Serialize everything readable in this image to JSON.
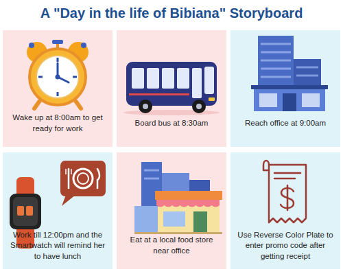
{
  "diagram": {
    "title": "A \"Day in the life of Bibiana\" Storyboard",
    "nodes": [
      {
        "text": [
          "Wake up at 8:00am to get ready for work"
        ]
      },
      {
        "text": [
          "Board bus at 8:30am"
        ]
      },
      {
        "text": [
          "Reach office at 9:00am"
        ]
      },
      {
        "text": [
          "Work till 12:00pm and the Smartwatch will remind her to have lunch"
        ]
      },
      {
        "text": [
          "Eat at a local food store near office"
        ]
      },
      {
        "text": [
          "Use Reverse Color Plate to enter promo code after getting receipt"
        ]
      }
    ]
  }
}
